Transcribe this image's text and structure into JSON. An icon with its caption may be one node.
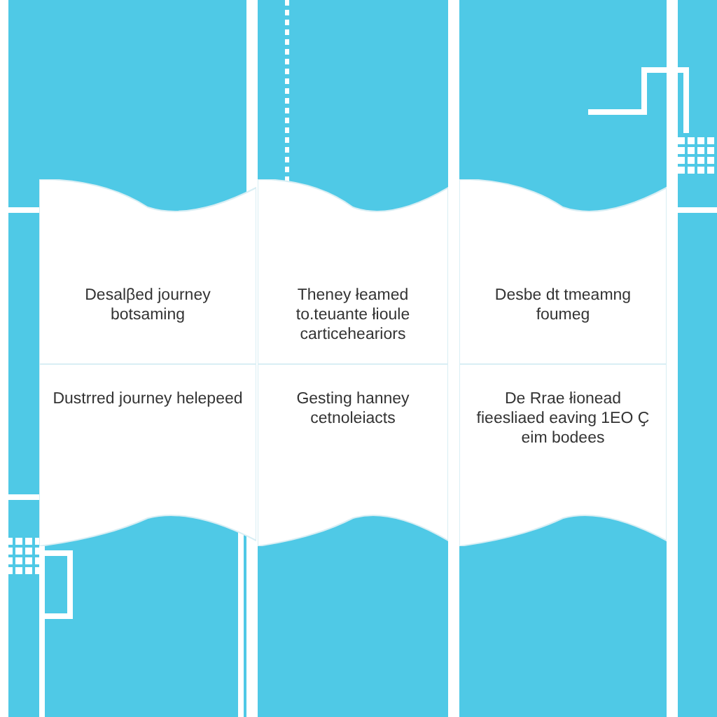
{
  "diagram": {
    "nodes": [
      {
        "text": [
          "Desalβed journey botsaming"
        ]
      },
      {
        "text": [
          "Theney łeamed to.teuante łioule carticeheariors"
        ]
      },
      {
        "text": [
          "Desbe dt tmeamng foumeg"
        ]
      },
      {
        "text": [
          "Dustrred journey helepeed"
        ]
      },
      {
        "text": [
          "Gesting hanney cetnoleiacts"
        ]
      },
      {
        "text": [
          "De Rrae łionead fieesliaed eaving 1EO Ҫ eim bodees"
        ]
      }
    ]
  }
}
